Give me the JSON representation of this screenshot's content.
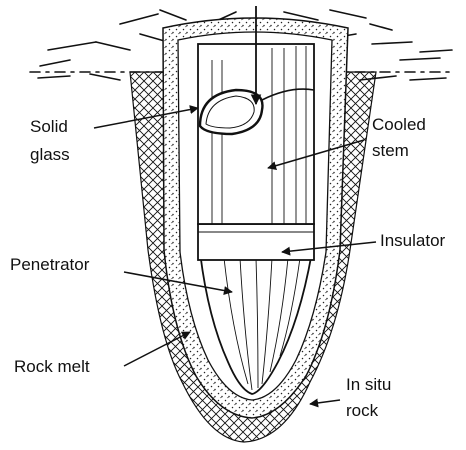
{
  "labels": {
    "solid_glass_line1": "Solid",
    "solid_glass_line2": "glass",
    "cooled_stem_line1": "Cooled",
    "cooled_stem_line2": "stem",
    "insulator": "Insulator",
    "penetrator": "Penetrator",
    "rock_melt": "Rock melt",
    "in_situ_rock_line1": "In situ",
    "in_situ_rock_line2": "rock"
  }
}
